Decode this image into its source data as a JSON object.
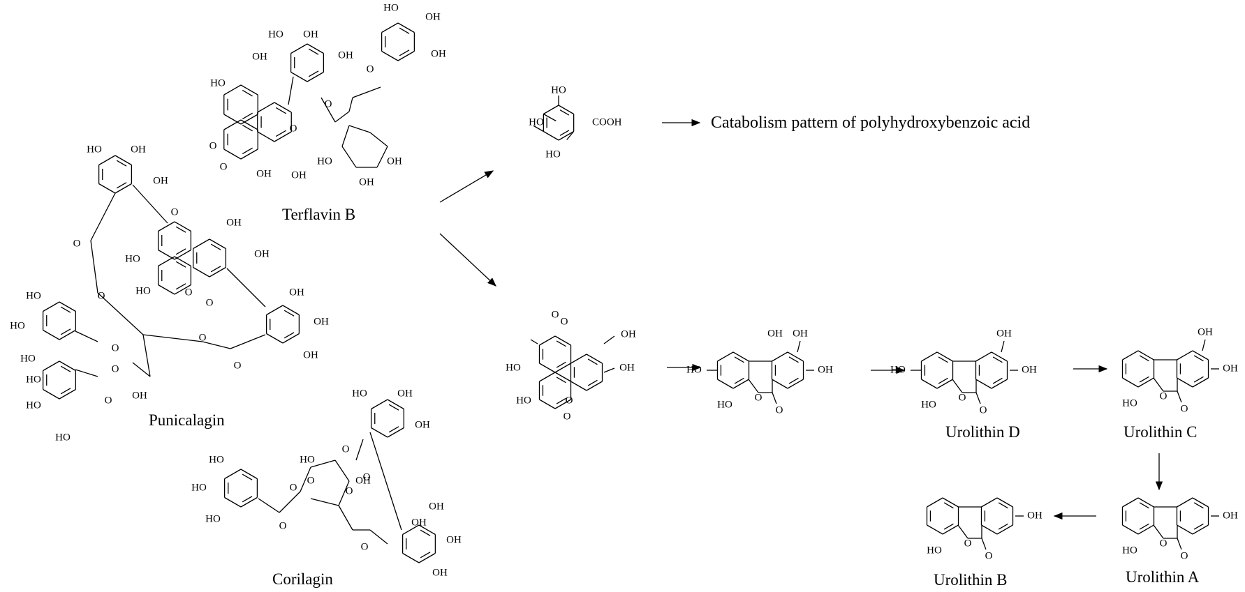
{
  "compounds": {
    "terflavin_b": "Terflavin B",
    "punicalagin": "Punicalagin",
    "corilagin": "Corilagin",
    "urolithin_d": "Urolithin D",
    "urolithin_c": "Urolithin C",
    "urolithin_a": "Urolithin A",
    "urolithin_b": "Urolithin B"
  },
  "pathway_text": "Catabolism pattern of polyhydroxybenzoic acid",
  "groups": {
    "oh": "OH",
    "ho": "HO",
    "o": "O",
    "cooh": "COOH"
  }
}
